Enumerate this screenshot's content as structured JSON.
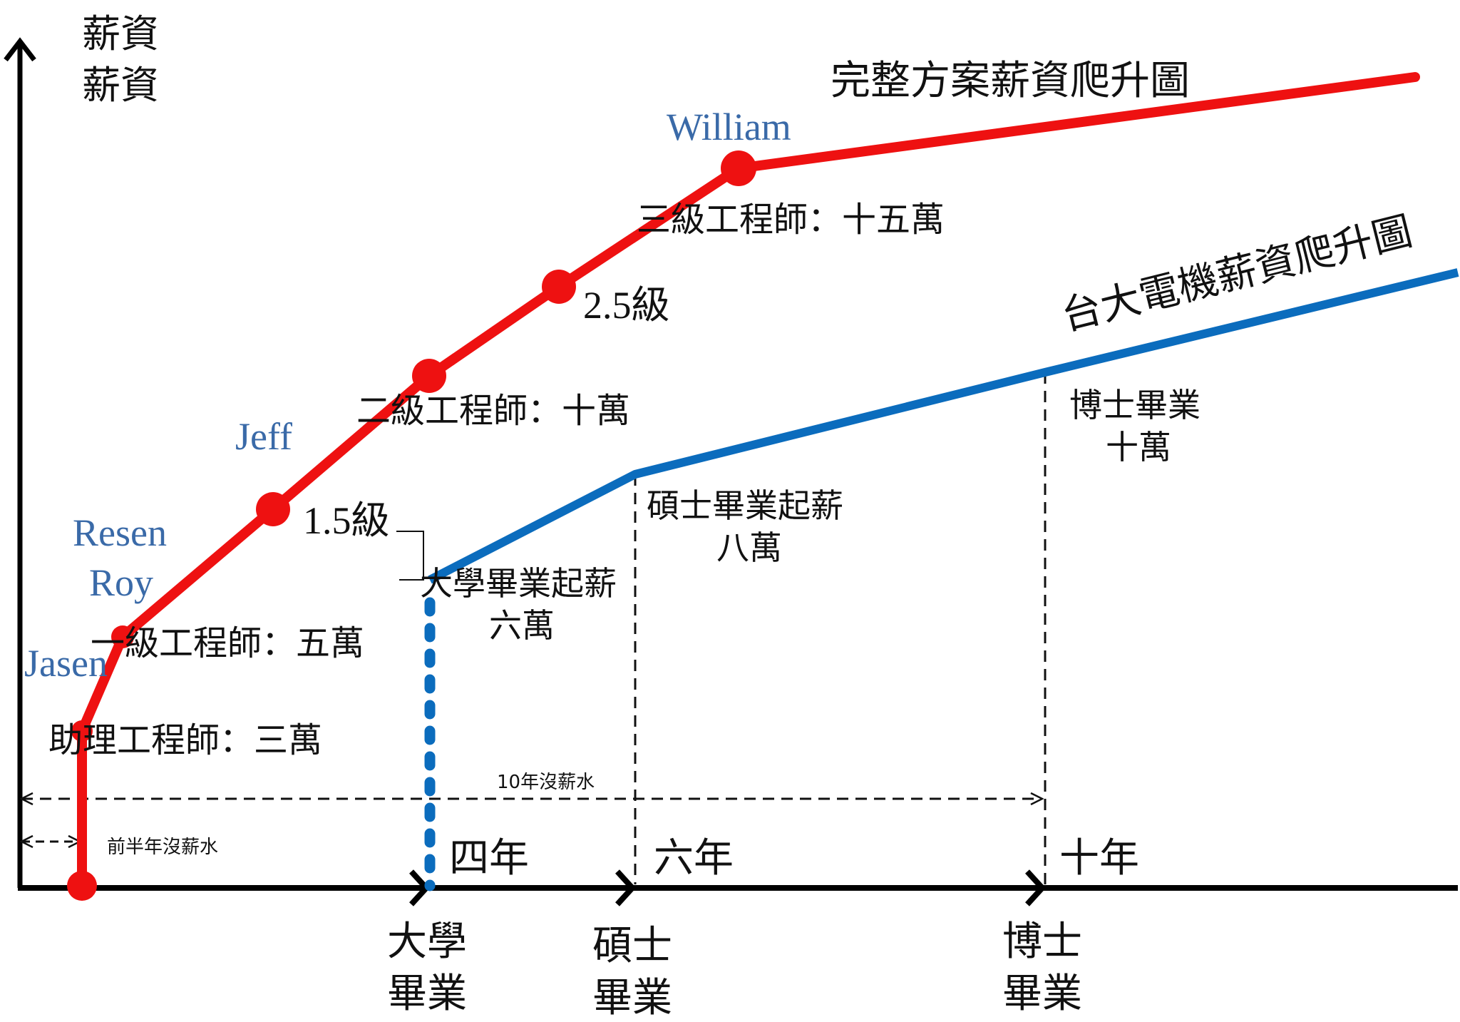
{
  "axes": {
    "y_label_line1": "薪資",
    "y_label_line2": "薪資",
    "x_milestones": [
      {
        "line1": "大學",
        "line2": "畢業"
      },
      {
        "line1": "碩士",
        "line2": "畢業"
      },
      {
        "line1": "博士",
        "line2": "畢業"
      }
    ],
    "x_durations": [
      "四年",
      "六年",
      "十年"
    ]
  },
  "curves": {
    "red": {
      "title": "完整方案薪資爬升圖",
      "color": "#ee1111"
    },
    "blue": {
      "title": "台大電機薪資爬升圖",
      "color": "#0b6cbd"
    }
  },
  "names": [
    "Jasen",
    "Resen",
    "Roy",
    "Jeff",
    "William"
  ],
  "name_color": "#3a6aa8",
  "levels": {
    "assistant": "助理工程師：三萬",
    "level1": "一級工程師：五萬",
    "level15": "1.5級",
    "level2": "二級工程師：十萬",
    "level25": "2.5級",
    "level3": "三級工程師：十五萬"
  },
  "blue_labels": {
    "bachelor_line1": "大學畢業起薪",
    "bachelor_line2": "六萬",
    "master_line1": "碩士畢業起薪",
    "master_line2": "八萬",
    "phd_line1": "博士畢業",
    "phd_line2": "十萬"
  },
  "spans": {
    "ten_years": "10年沒薪水",
    "half_year": "前半年沒薪水"
  }
}
